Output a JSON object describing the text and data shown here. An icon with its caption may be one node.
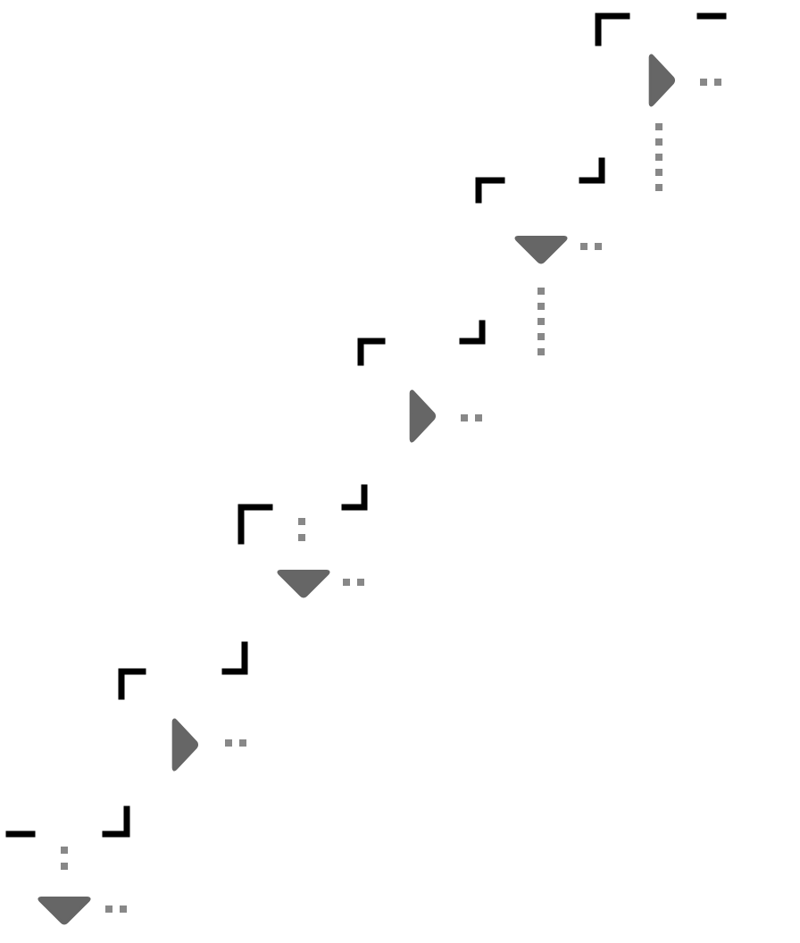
{
  "diagram": {
    "nodes": [
      {
        "text": [],
        "shape": "triangle"
      },
      {
        "text": [],
        "shape": "triangle"
      },
      {
        "text": [],
        "shape": "triangle"
      },
      {
        "text": [],
        "shape": "triangle"
      },
      {
        "text": [],
        "shape": "triangle"
      },
      {
        "text": [],
        "shape": "triangle"
      }
    ]
  }
}
